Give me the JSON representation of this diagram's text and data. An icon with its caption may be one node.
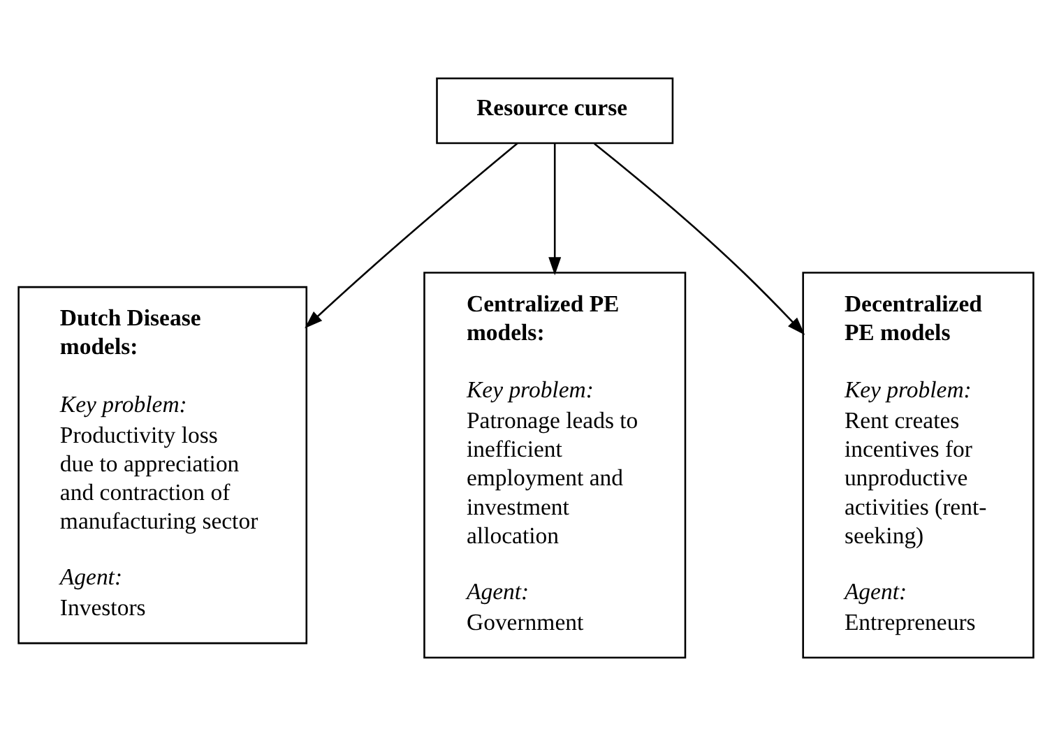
{
  "diagram": {
    "nodes": [
      {
        "text": [
          "Resource curse"
        ]
      },
      {
        "text": [
          "Dutch Disease models:",
          "Key problem:",
          "Productivity loss due to appreciation and contraction of manufacturing sector",
          "Agent:",
          "Investors"
        ]
      },
      {
        "text": [
          "Centralized PE models:",
          "Key problem:",
          "Patronage leads to inefficient employment and investment allocation",
          "Agent:",
          "Government"
        ]
      },
      {
        "text": [
          "Decentralized PE models",
          "Key problem:",
          "Rent creates incentives for unproductive activities (rent-seeking)",
          "Agent:",
          "Entrepreneurs"
        ]
      }
    ],
    "edges": [
      {
        "from": 0,
        "to": 1,
        "arrow": "to"
      },
      {
        "from": 0,
        "to": 2,
        "arrow": "to"
      },
      {
        "from": 0,
        "to": 3,
        "arrow": "to"
      }
    ]
  }
}
